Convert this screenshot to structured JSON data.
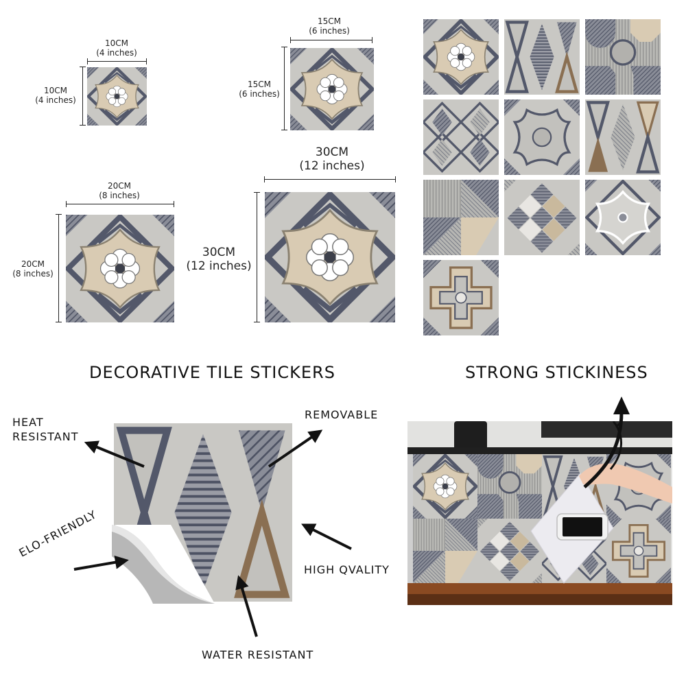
{
  "sizes": {
    "s10": {
      "w": "10CM",
      "w_in": "(4 inches)",
      "h": "10CM",
      "h_in": "(4 inches)"
    },
    "s15": {
      "w": "15CM",
      "w_in": "(6 inches)",
      "h": "15CM",
      "h_in": "(6 inches)"
    },
    "s20": {
      "w": "20CM",
      "w_in": "(8 inches)",
      "h": "20CM",
      "h_in": "(8 inches)"
    },
    "s30": {
      "w": "30CM",
      "w_in": "(12 inches)",
      "h": "30CM",
      "h_in": "(12 inches)"
    }
  },
  "headings": {
    "left": "DECORATIVE TILE STICKERS",
    "right": "STRONG STICKINESS"
  },
  "features": {
    "heat_line1": "HEAT",
    "heat_line2": "RESISTANT",
    "removable": "REMOVABLE",
    "eco": "ELO-FRIENDLY",
    "quality": "HIGH QVALITY",
    "water": "WATER RESISTANT"
  },
  "colors": {
    "tile_bg": "#c9c8c4",
    "beige": "#d9cbb3",
    "navy": "#53586a",
    "brown": "#8a6f52",
    "wood": "#8a4a22"
  },
  "pattern_grid": {
    "tiles": [
      "flower",
      "triangles",
      "arches",
      "diamonds",
      "octagon",
      "triangles-brown",
      "stripes",
      "checker",
      "flower-outline",
      "cross"
    ]
  }
}
